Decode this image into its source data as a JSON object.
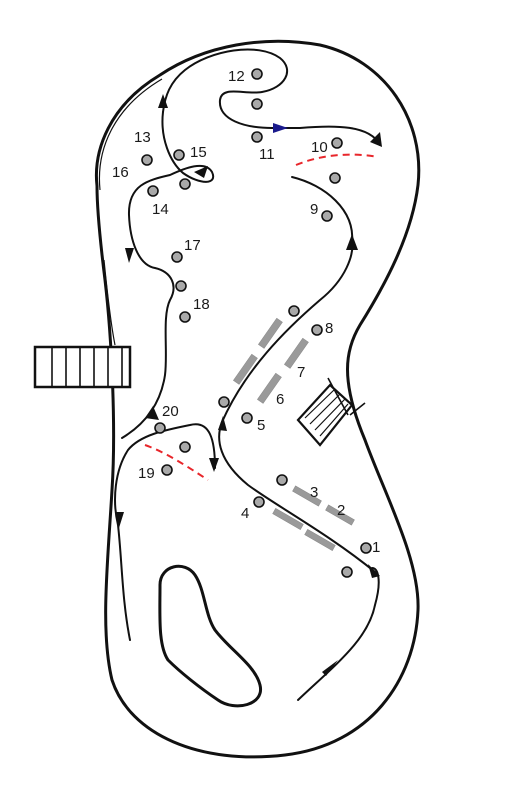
{
  "course": {
    "posts": [
      {
        "label": "1"
      },
      {
        "label": "2"
      },
      {
        "label": "3"
      },
      {
        "label": "4"
      },
      {
        "label": "5"
      },
      {
        "label": "6"
      },
      {
        "label": "7"
      },
      {
        "label": "8"
      },
      {
        "label": "9"
      },
      {
        "label": "10"
      },
      {
        "label": "11"
      },
      {
        "label": "12"
      },
      {
        "label": "13"
      },
      {
        "label": "14"
      },
      {
        "label": "15"
      },
      {
        "label": "16"
      },
      {
        "label": "17"
      },
      {
        "label": "18"
      },
      {
        "label": "19"
      },
      {
        "label": "20"
      }
    ]
  },
  "colors": {
    "outline": "#111111",
    "post_fill": "#a9a9a9",
    "gate_bar": "#9a9a9a",
    "red_dashed_line": "#e8262b",
    "direction_arrow_blue": "#1a1a8c"
  },
  "icons": [
    "stairs-icon",
    "ramp-icon",
    "direction-arrow-icon"
  ]
}
